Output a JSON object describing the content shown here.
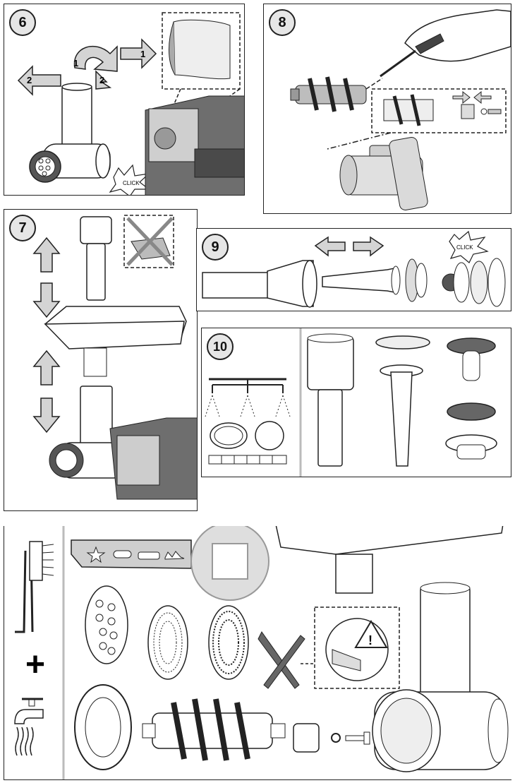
{
  "steps": {
    "s6": {
      "number": "6",
      "arrow_a": "1",
      "arrow_b": "2",
      "arrow_c": "1",
      "arrow_d": "2",
      "click": "CLICK"
    },
    "s7": {
      "number": "7"
    },
    "s8": {
      "number": "8"
    },
    "s9": {
      "number": "9",
      "click": "CLICK"
    },
    "s10": {
      "number": "10"
    }
  },
  "cleaning": {
    "plus": "+"
  },
  "colors": {
    "arrow_fill": "#d4d4d4",
    "line": "#222222",
    "step_badge": "#e6e6e6",
    "metal": "#c8c8c8",
    "dark_housing": "#5a5a5a"
  },
  "icons": [
    "brush-icon",
    "faucet-icon",
    "no-dishwasher-icon",
    "warning-sharp-blade-icon",
    "click-burst-icon",
    "rotate-arrow-icon"
  ]
}
